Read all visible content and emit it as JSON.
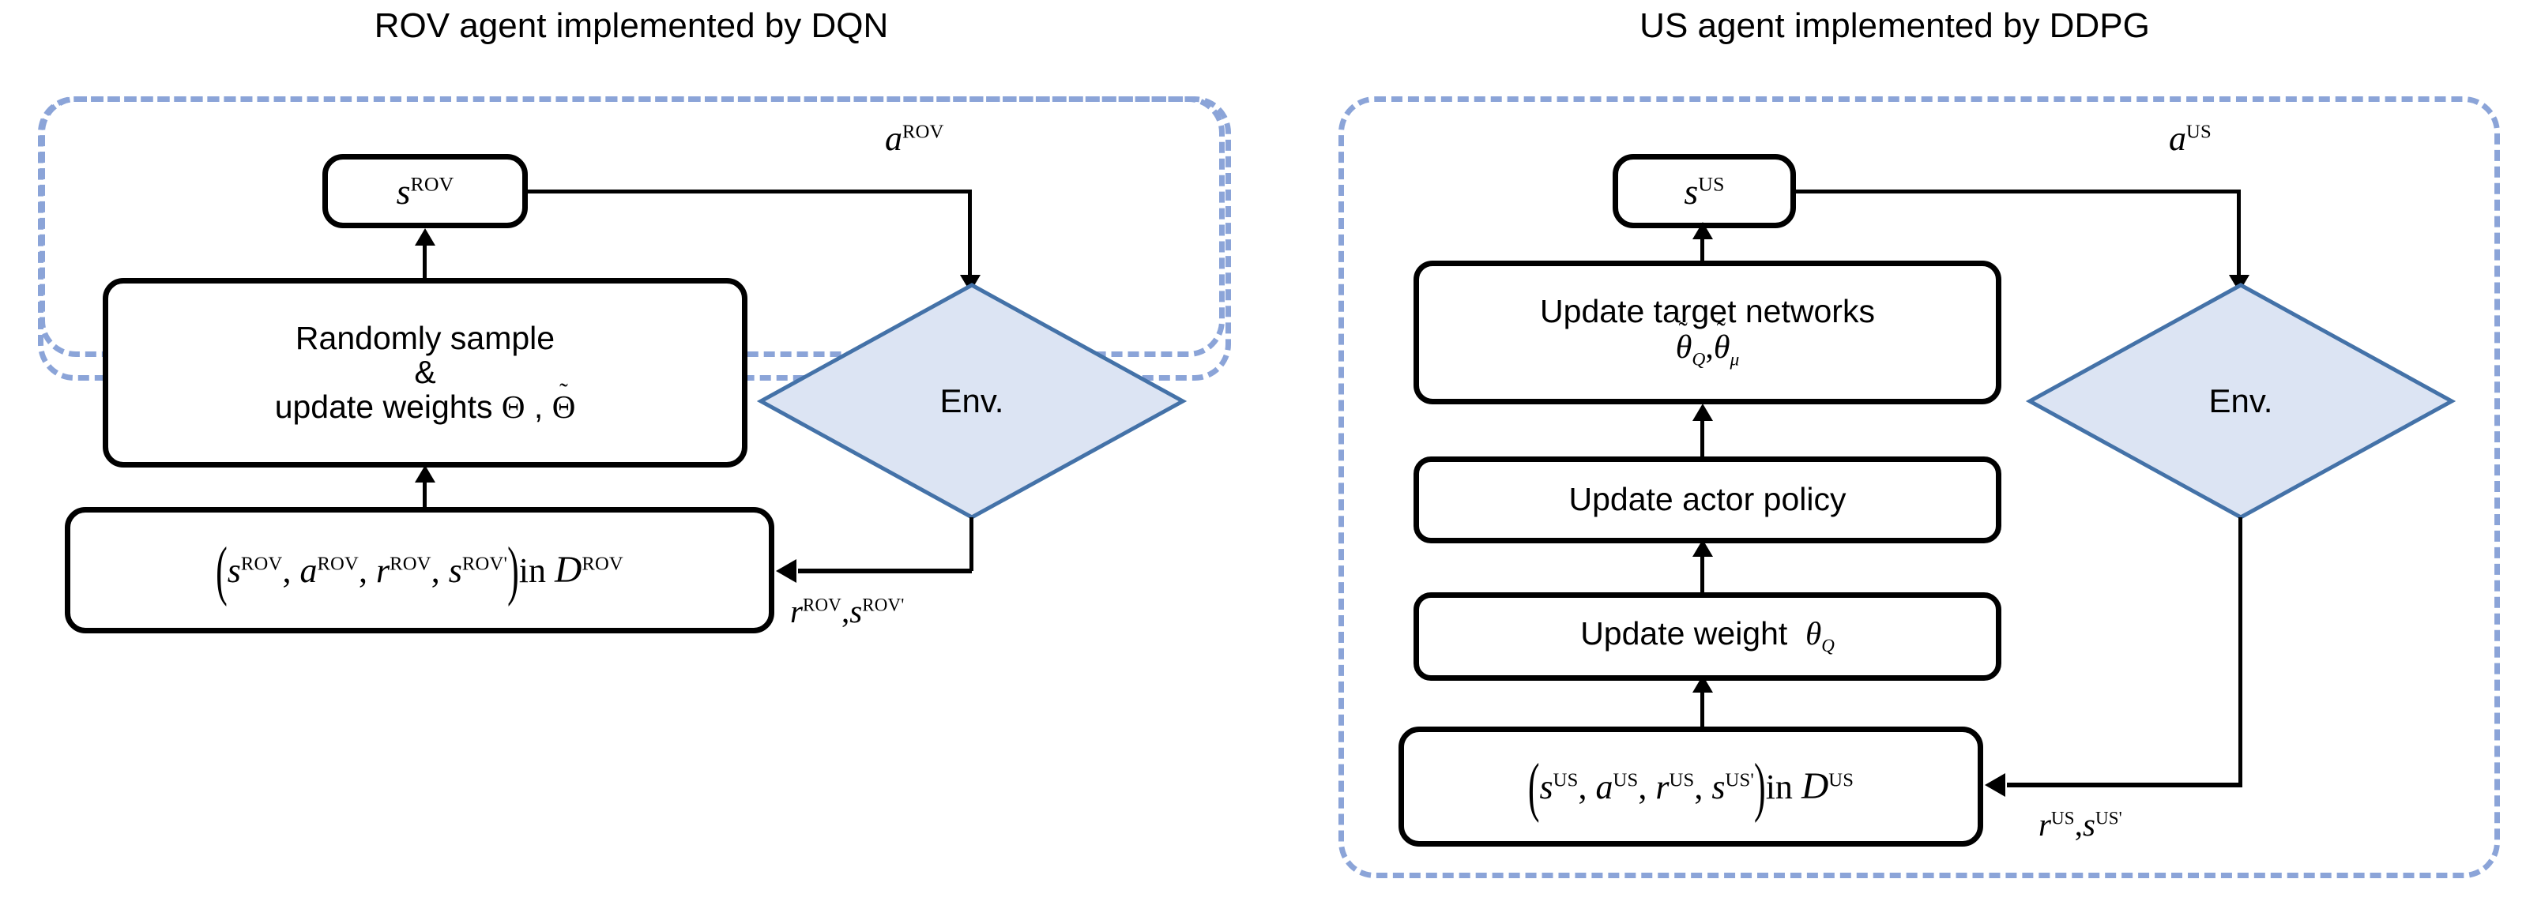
{
  "colors": {
    "dashed_border": "#8ba4d8",
    "diamond_fill": "#dce4f3",
    "diamond_stroke": "#4472a8",
    "node_border": "#000000",
    "background": "#ffffff"
  },
  "panels": [
    {
      "id": "rov",
      "title": "ROV agent implemented by DQN",
      "agent_tag": "ROV",
      "state_node": {
        "base": "s",
        "sup": "ROV"
      },
      "action_label": {
        "base": "a",
        "sup": "ROV"
      },
      "env_node": {
        "label": "Env."
      },
      "process_nodes": [
        {
          "lines": [
            "Randomly sample",
            "&",
            "update weights Θ , Θ̃"
          ]
        }
      ],
      "buffer_node": {
        "tuple": [
          "s",
          "a",
          "r",
          "s"
        ],
        "sups": [
          "ROV",
          "ROV",
          "ROV",
          "ROV'"
        ],
        "in_word": "in",
        "buffer_symbol": "D",
        "buffer_sup": "ROV"
      },
      "feedback_label": {
        "parts": [
          {
            "base": "r",
            "sup": "ROV"
          },
          {
            "base": "s",
            "sup": "ROV'"
          }
        ],
        "separator": ","
      }
    },
    {
      "id": "us",
      "title": "US agent implemented by DDPG",
      "agent_tag": "US",
      "state_node": {
        "base": "s",
        "sup": "US"
      },
      "action_label": {
        "base": "a",
        "sup": "US"
      },
      "env_node": {
        "label": "Env."
      },
      "process_nodes": [
        {
          "lines": [
            "Update target networks",
            "θ̃_Q , θ̃_μ"
          ]
        },
        {
          "lines": [
            "Update actor policy"
          ]
        },
        {
          "lines": [
            "Update weight  θ_Q"
          ]
        }
      ],
      "buffer_node": {
        "tuple": [
          "s",
          "a",
          "r",
          "s"
        ],
        "sups": [
          "US",
          "US",
          "US",
          "US'"
        ],
        "in_word": "in",
        "buffer_symbol": "D",
        "buffer_sup": "US"
      },
      "feedback_label": {
        "parts": [
          {
            "base": "r",
            "sup": "US"
          },
          {
            "base": "s",
            "sup": "US'"
          }
        ],
        "separator": ","
      }
    }
  ],
  "math_symbols": {
    "theta_capital": "Θ",
    "theta_capital_tilde": "Θ̃",
    "theta_tilde": "θ̃",
    "sub_Q": "Q",
    "sub_mu": "μ",
    "theta_small": "θ"
  }
}
